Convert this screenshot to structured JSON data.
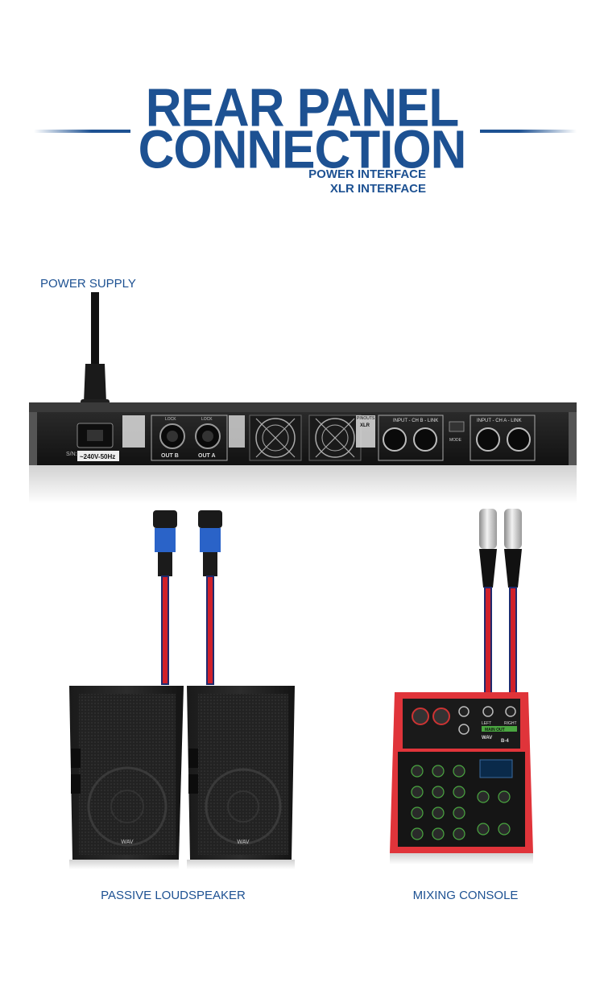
{
  "title": {
    "line1": "REAR PANEL",
    "line2": "CONNECTION",
    "sub1": "POWER INTERFACE",
    "sub2": "XLR INTERFACE"
  },
  "labels": {
    "power_supply": "POWER SUPPLY",
    "speaker": "PASSIVE LOUDSPEAKER",
    "console": "MIXING CONSOLE"
  },
  "amp_panel": {
    "voltage": "~240V-50Hz",
    "sn": "S/N:",
    "out_b": "OUT B",
    "out_a": "OUT A",
    "lock": "LOCK",
    "pinouts": "PINOUTS",
    "xlr": "XLR",
    "input_b": "INPUT - CH B - LINK",
    "input_a": "INPUT - CH A - LINK",
    "mode": "MODE"
  },
  "console_panel": {
    "left": "LEFT",
    "right": "RIGHT",
    "main_out": "MAIN OUT",
    "model": "B-4",
    "brand": "WAV"
  },
  "colors": {
    "brand_blue": "#1d5192",
    "cable_red": "#d0202a",
    "cable_navy": "#1f2a6e",
    "speakon_blue": "#2a63c8",
    "console_red": "#e0343a"
  }
}
